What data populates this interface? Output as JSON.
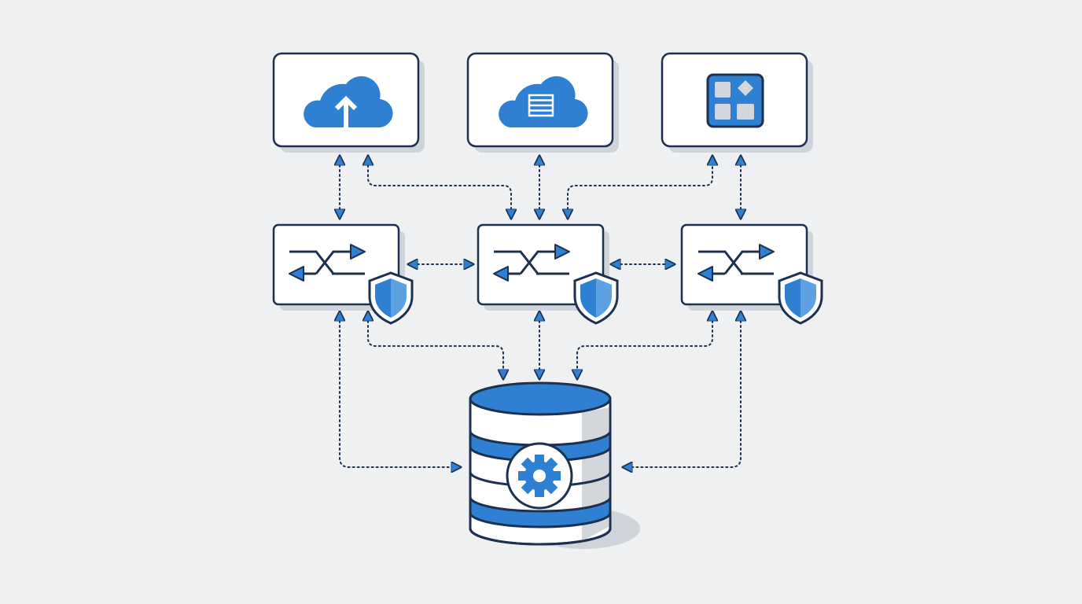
{
  "diagram": {
    "colors": {
      "background": "#eef0f2",
      "outline": "#1c3150",
      "accent": "#2f7fd2",
      "accent_light": "#5ea1e3",
      "surface": "#ffffff",
      "shadow": "#cfd4da",
      "shade": "#d3d7dc",
      "connector": "#1c3150"
    },
    "nodes": [
      {
        "id": "cloud-upload",
        "icon": "cloud-upload-icon",
        "kind": "service"
      },
      {
        "id": "cloud-server",
        "icon": "cloud-server-icon",
        "kind": "service"
      },
      {
        "id": "app-modules",
        "icon": "app-grid-icon",
        "kind": "service"
      },
      {
        "id": "gateway-left",
        "icon": "shuffle-arrows-icon",
        "badge": "shield-icon",
        "kind": "secure-router"
      },
      {
        "id": "gateway-center",
        "icon": "shuffle-arrows-icon",
        "badge": "shield-icon",
        "kind": "secure-router"
      },
      {
        "id": "gateway-right",
        "icon": "shuffle-arrows-icon",
        "badge": "shield-icon",
        "kind": "secure-router"
      },
      {
        "id": "database",
        "icon": "gear-icon",
        "kind": "database"
      }
    ],
    "connections": [
      {
        "from": "gateway-left",
        "to": "cloud-upload",
        "style": "dotted",
        "arrows": "both"
      },
      {
        "from": "gateway-center",
        "to": "cloud-upload",
        "style": "dotted",
        "arrows": "both"
      },
      {
        "from": "gateway-center",
        "to": "cloud-server",
        "style": "dotted",
        "arrows": "both"
      },
      {
        "from": "gateway-center",
        "to": "app-modules",
        "style": "dotted",
        "arrows": "both"
      },
      {
        "from": "gateway-right",
        "to": "app-modules",
        "style": "dotted",
        "arrows": "both"
      },
      {
        "from": "gateway-left",
        "to": "gateway-center",
        "style": "dotted",
        "arrows": "both"
      },
      {
        "from": "gateway-center",
        "to": "gateway-right",
        "style": "dotted",
        "arrows": "both"
      },
      {
        "from": "gateway-left",
        "to": "database",
        "style": "dotted",
        "arrows": "both"
      },
      {
        "from": "gateway-center",
        "to": "database",
        "style": "dotted",
        "arrows": "both"
      },
      {
        "from": "gateway-right",
        "to": "database",
        "style": "dotted",
        "arrows": "both"
      }
    ]
  }
}
